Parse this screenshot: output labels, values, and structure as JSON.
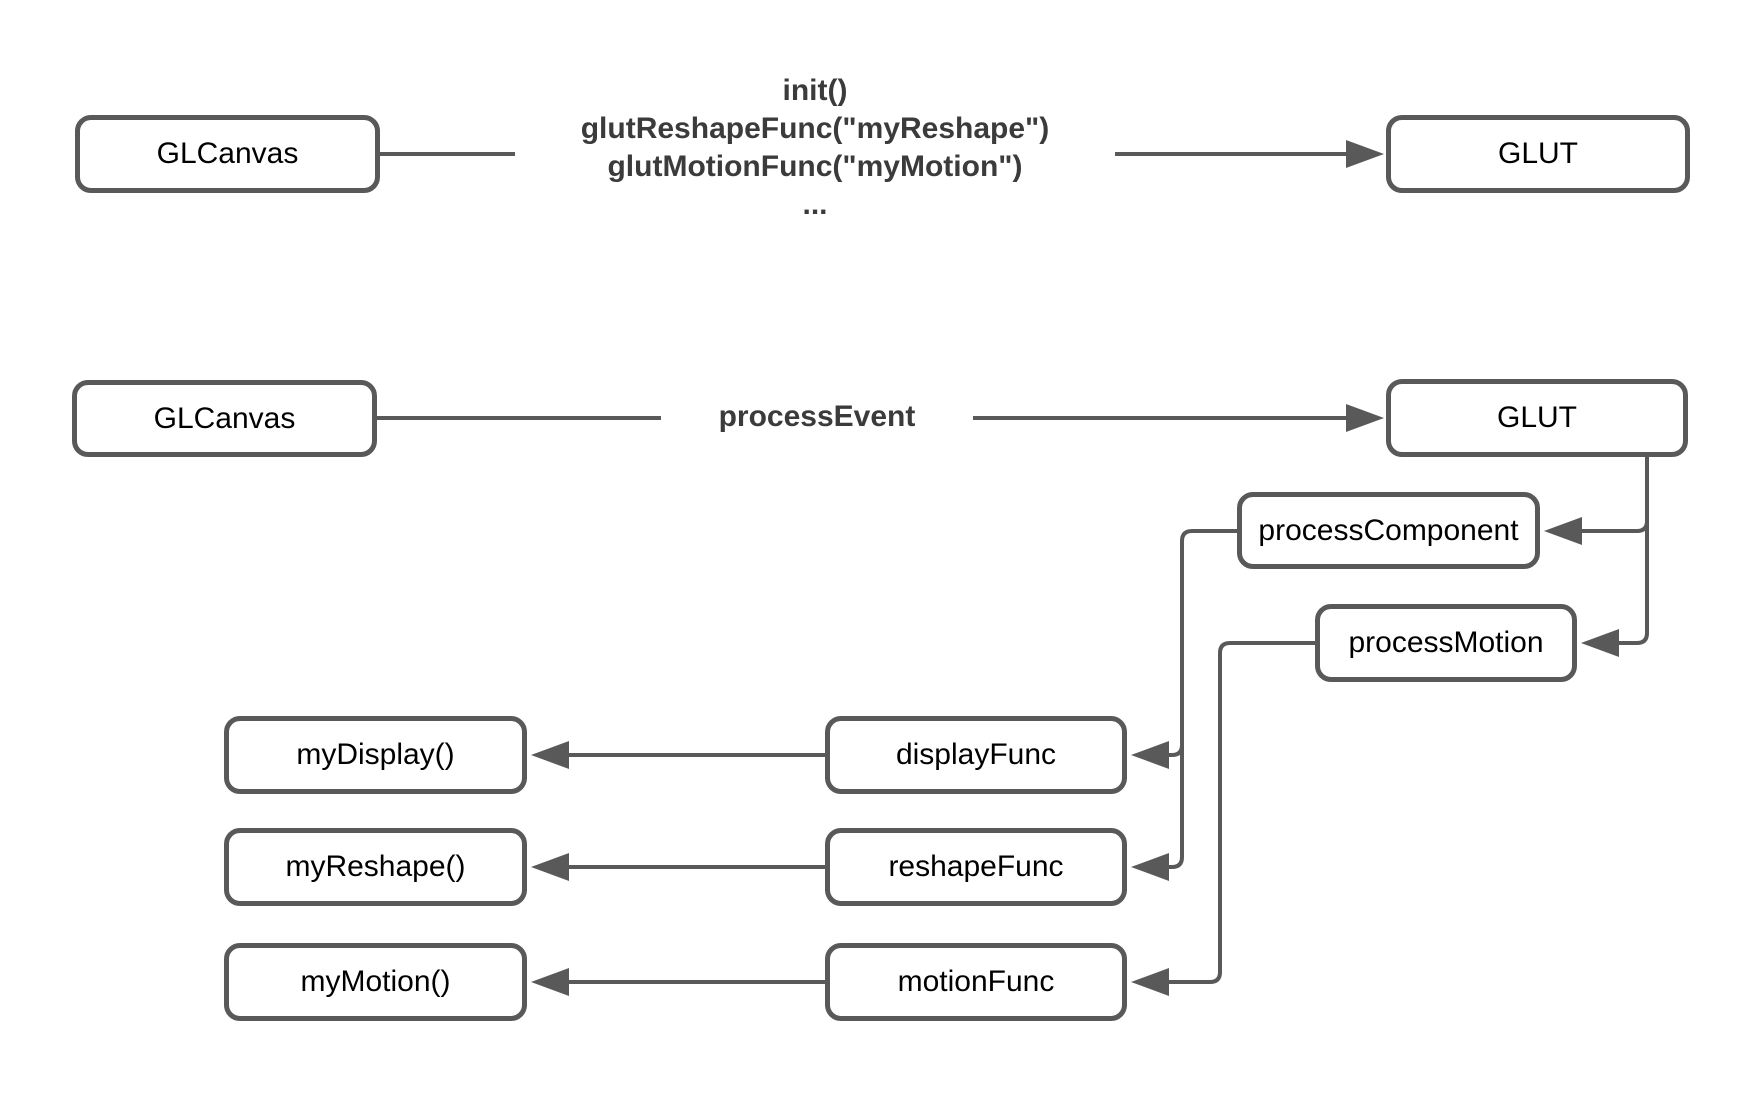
{
  "diagram": {
    "nodes": [
      {
        "id": "glcanvas-top",
        "label": "GLCanvas"
      },
      {
        "id": "glut-top",
        "label": "GLUT"
      },
      {
        "id": "glcanvas-mid",
        "label": "GLCanvas"
      },
      {
        "id": "glut-mid",
        "label": "GLUT"
      },
      {
        "id": "process-component",
        "label": "processComponent"
      },
      {
        "id": "process-motion",
        "label": "processMotion"
      },
      {
        "id": "my-display",
        "label": "myDisplay()"
      },
      {
        "id": "display-func",
        "label": "displayFunc"
      },
      {
        "id": "my-reshape",
        "label": "myReshape()"
      },
      {
        "id": "reshape-func",
        "label": "reshapeFunc"
      },
      {
        "id": "my-motion",
        "label": "myMotion()"
      },
      {
        "id": "motion-func",
        "label": "motionFunc"
      }
    ],
    "edge_labels": {
      "init_call_lines": [
        "init()",
        "glutReshapeFunc(\"myReshape\")",
        "glutMotionFunc(\"myMotion\")",
        "..."
      ],
      "process_event": "processEvent"
    },
    "colors": {
      "stroke": "#595959",
      "box_text": "#000000",
      "edge_label_text": "#3b3b3b",
      "background": "#ffffff"
    }
  }
}
